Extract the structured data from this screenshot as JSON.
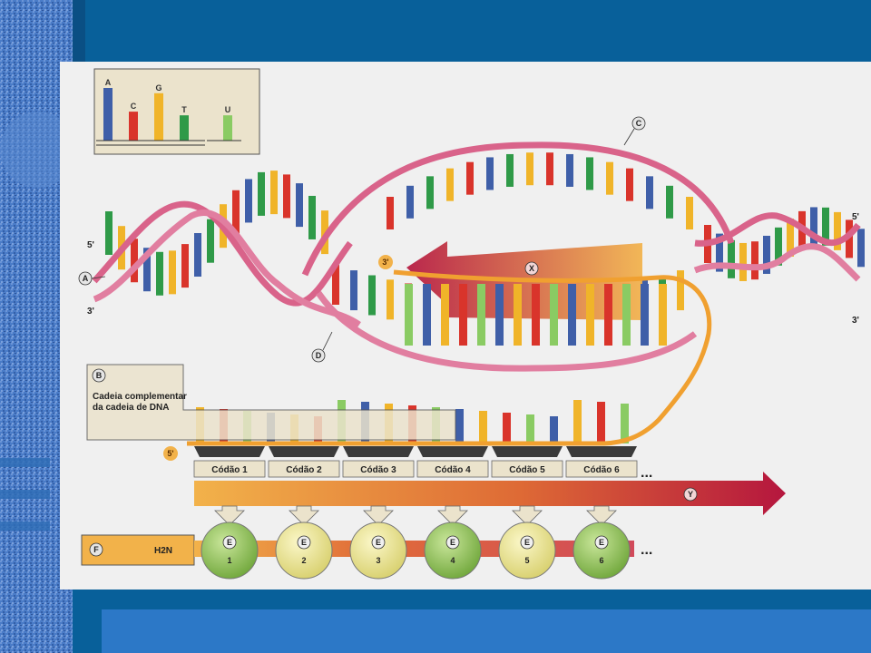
{
  "slide": {
    "colors": {
      "left_texture": "#3f6fbe",
      "top_bar": "#08609a",
      "bottom_bar": "#2c78c7",
      "frame": "#2a5e96"
    }
  },
  "legend": {
    "bases": [
      {
        "letter": "A",
        "color": "#3f5fa8",
        "level": 1.0
      },
      {
        "letter": "C",
        "color": "#d9342b",
        "level": 0.55
      },
      {
        "letter": "G",
        "color": "#f0b429",
        "level": 0.9
      },
      {
        "letter": "T",
        "color": "#2f9a48",
        "level": 0.48
      },
      {
        "letter": "U",
        "color": "#8acb63",
        "level": 0.48
      }
    ]
  },
  "labels": {
    "A": "A",
    "B": "B",
    "C": "C",
    "D": "D",
    "E": "E",
    "F": "F",
    "X": "X",
    "Y": "Y",
    "three_prime": "3'",
    "five_prime": "5'"
  },
  "box_b": {
    "line1": "Cadeia complementar",
    "line2": "da cadeia de DNA"
  },
  "codons": [
    "Códão 1",
    "Códão 2",
    "Códão 3",
    "Códão 4",
    "Códão 5",
    "Códão 6"
  ],
  "ellipsis": "...",
  "amino_acids": {
    "tag": "E",
    "numbers": [
      "1",
      "2",
      "3",
      "4",
      "5",
      "6"
    ],
    "colors": [
      "#8fbf4a",
      "#e7e08a",
      "#e7e08a",
      "#8fbf4a",
      "#e7e08a",
      "#8fbf4a"
    ]
  },
  "chain_start": "H2N",
  "colors": {
    "adenine": "#3f5fa8",
    "cytosine": "#d9342b",
    "guanine": "#f0b429",
    "thymine": "#2f9a48",
    "uracil": "#8acb63",
    "dna_strand": "#d9638a",
    "rna_strand": "#f0a030",
    "arrow_x_start": "#b5163e",
    "arrow_x_end": "#f2b24a",
    "arrow_y_start": "#f2b24a",
    "arrow_y_end": "#b5163e"
  }
}
